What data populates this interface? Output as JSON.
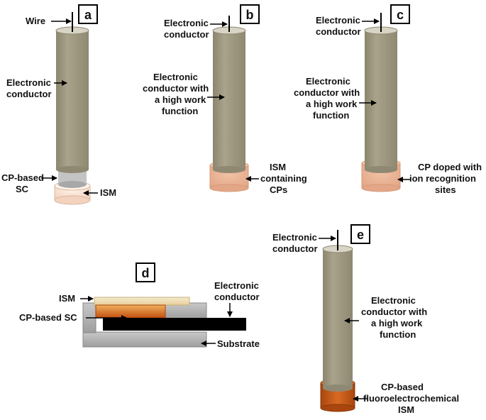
{
  "panels": {
    "a": {
      "letter": "a",
      "labels": {
        "wire": "Wire",
        "conductor": [
          "Electronic",
          "conductor"
        ],
        "sc": [
          "CP-based",
          "SC"
        ],
        "ism": "ISM"
      }
    },
    "b": {
      "letter": "b",
      "labels": {
        "top": [
          "Electronic",
          "conductor"
        ],
        "middle": [
          "Electronic",
          "conductor with",
          "a high work",
          "function"
        ],
        "bottom": [
          "ISM",
          "containing",
          "CPs"
        ]
      }
    },
    "c": {
      "letter": "c",
      "labels": {
        "top": [
          "Electronic",
          "conductor"
        ],
        "middle": [
          "Electronic",
          "conductor with",
          "a high work",
          "function"
        ],
        "bottom": [
          "CP doped with",
          "ion recognition",
          "sites"
        ]
      }
    },
    "d": {
      "letter": "d",
      "labels": {
        "ism": "ISM",
        "sc": "CP-based SC",
        "conductor": [
          "Electronic",
          "conductor"
        ],
        "substrate": "Substrate"
      }
    },
    "e": {
      "letter": "e",
      "labels": {
        "top": [
          "Electronic",
          "conductor"
        ],
        "middle": [
          "Electronic",
          "conductor with",
          "a high work",
          "function"
        ],
        "bottom": [
          "CP-based",
          "fluoroelectrochemical",
          "ISM"
        ]
      }
    }
  },
  "colors": {
    "conductor": "#a19a83",
    "conductor_top": "#d6d2c4",
    "sc_gray": "#b8b8b8",
    "ism_light": "#f6dccb",
    "ism_pink": "#ebb79b",
    "ism_orange": "#c8581c",
    "substrate": "#b5b5b5",
    "sc_orange": "#d4671c",
    "ism_yellow": "#e8d9a6",
    "black": "#000000"
  }
}
